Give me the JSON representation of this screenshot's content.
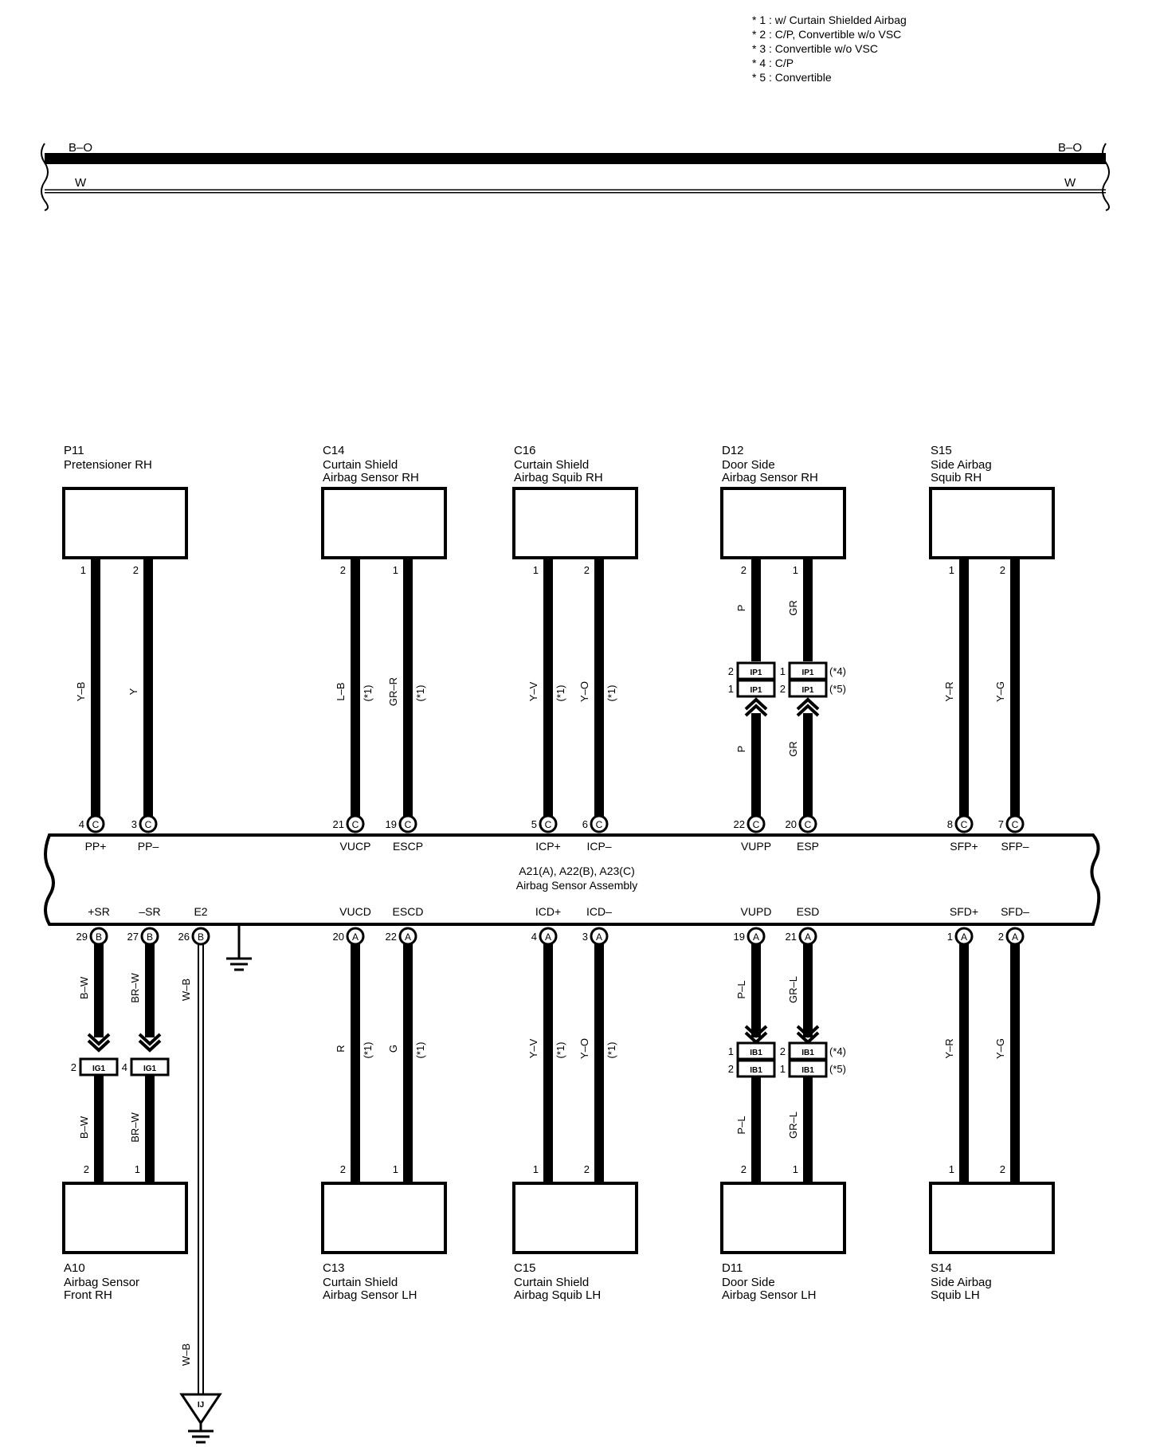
{
  "notes": [
    "* 1 : w/ Curtain Shielded Airbag",
    "* 2 : C/P, Convertible w/o VSC",
    "* 3 : Convertible w/o VSC",
    "* 4 : C/P",
    "* 5 : Convertible"
  ],
  "top_bus": {
    "thick_label": "B–O",
    "thin_label": "W"
  },
  "ecu": {
    "code": "A21(A), A22(B), A23(C)",
    "name": "Airbag Sensor Assembly"
  },
  "upper": {
    "components": [
      {
        "code": "P11",
        "line1": "Pretensioner RH",
        "line2": ""
      },
      {
        "code": "C14",
        "line1": "Curtain Shield",
        "line2": "Airbag Sensor RH"
      },
      {
        "code": "C16",
        "line1": "Curtain Shield",
        "line2": "Airbag Squib RH"
      },
      {
        "code": "D12",
        "line1": "Door Side",
        "line2": "Airbag Sensor RH"
      },
      {
        "code": "S15",
        "line1": "Side Airbag",
        "line2": "Squib RH"
      }
    ],
    "wires": [
      {
        "comp_pin": "1",
        "color": "Y–B",
        "note": "",
        "ecu_pin": "4",
        "conn": "C",
        "terminal": "PP+"
      },
      {
        "comp_pin": "2",
        "color": "Y",
        "note": "",
        "ecu_pin": "3",
        "conn": "C",
        "terminal": "PP–"
      },
      {
        "comp_pin": "2",
        "color": "L–B",
        "note": "(*1)",
        "ecu_pin": "21",
        "conn": "C",
        "terminal": "VUCP"
      },
      {
        "comp_pin": "1",
        "color": "GR–R",
        "note": "(*1)",
        "ecu_pin": "19",
        "conn": "C",
        "terminal": "ESCP"
      },
      {
        "comp_pin": "1",
        "color": "Y–V",
        "note": "(*1)",
        "ecu_pin": "5",
        "conn": "C",
        "terminal": "ICP+"
      },
      {
        "comp_pin": "2",
        "color": "Y–O",
        "note": "(*1)",
        "ecu_pin": "6",
        "conn": "C",
        "terminal": "ICP–"
      },
      {
        "comp_pin": "2",
        "color": "P",
        "note": "",
        "ecu_pin": "22",
        "conn": "C",
        "terminal": "VUPP"
      },
      {
        "comp_pin": "1",
        "color": "GR",
        "note": "",
        "ecu_pin": "20",
        "conn": "C",
        "terminal": "ESP"
      },
      {
        "comp_pin": "1",
        "color": "Y–R",
        "note": "",
        "ecu_pin": "8",
        "conn": "C",
        "terminal": "SFP+"
      },
      {
        "comp_pin": "2",
        "color": "Y–G",
        "note": "",
        "ecu_pin": "7",
        "conn": "C",
        "terminal": "SFP–"
      }
    ],
    "junctions": {
      "name": "IP1",
      "left_pins": [
        "2",
        "1"
      ],
      "right_pins": [
        "1",
        "2"
      ],
      "notes": [
        "(*4)",
        "(*5)"
      ]
    }
  },
  "lower": {
    "components": [
      {
        "code": "A10",
        "line1": "Airbag Sensor",
        "line2": "Front RH"
      },
      {
        "code": "C13",
        "line1": "Curtain Shield",
        "line2": "Airbag Sensor LH"
      },
      {
        "code": "C15",
        "line1": "Curtain Shield",
        "line2": "Airbag Squib LH"
      },
      {
        "code": "D11",
        "line1": "Door Side",
        "line2": "Airbag Sensor LH"
      },
      {
        "code": "S14",
        "line1": "Side Airbag",
        "line2": "Squib LH"
      }
    ],
    "wires": [
      {
        "terminal": "+SR",
        "ecu_pin": "29",
        "conn": "B",
        "color": "B–W",
        "color2": "B–W",
        "note": "",
        "comp_pin": "2"
      },
      {
        "terminal": "–SR",
        "ecu_pin": "27",
        "conn": "B",
        "color": "BR–W",
        "color2": "BR–W",
        "note": "",
        "comp_pin": "1"
      },
      {
        "terminal": "E2",
        "ecu_pin": "26",
        "conn": "B",
        "color": "W–B",
        "color2": "W–B",
        "note": "",
        "comp_pin": ""
      },
      {
        "terminal": "VUCD",
        "ecu_pin": "20",
        "conn": "A",
        "color": "R",
        "color2": "",
        "note": "(*1)",
        "comp_pin": "2"
      },
      {
        "terminal": "ESCD",
        "ecu_pin": "22",
        "conn": "A",
        "color": "G",
        "color2": "",
        "note": "(*1)",
        "comp_pin": "1"
      },
      {
        "terminal": "ICD+",
        "ecu_pin": "4",
        "conn": "A",
        "color": "Y–V",
        "color2": "",
        "note": "(*1)",
        "comp_pin": "1"
      },
      {
        "terminal": "ICD–",
        "ecu_pin": "3",
        "conn": "A",
        "color": "Y–O",
        "color2": "",
        "note": "(*1)",
        "comp_pin": "2"
      },
      {
        "terminal": "VUPD",
        "ecu_pin": "19",
        "conn": "A",
        "color": "P–L",
        "color2": "P–L",
        "note": "",
        "comp_pin": "2"
      },
      {
        "terminal": "ESD",
        "ecu_pin": "21",
        "conn": "A",
        "color": "GR–L",
        "color2": "GR–L",
        "note": "",
        "comp_pin": "1"
      },
      {
        "terminal": "SFD+",
        "ecu_pin": "1",
        "conn": "A",
        "color": "Y–R",
        "color2": "",
        "note": "",
        "comp_pin": "1"
      },
      {
        "terminal": "SFD–",
        "ecu_pin": "2",
        "conn": "A",
        "color": "Y–G",
        "color2": "",
        "note": "",
        "comp_pin": "2"
      }
    ],
    "ig_junction": {
      "name": "IG1",
      "pins": [
        "2",
        "4"
      ]
    },
    "ib_junctions": {
      "name": "IB1",
      "left_pins": [
        "1",
        "2"
      ],
      "right_pins": [
        "2",
        "1"
      ],
      "notes": [
        "(*4)",
        "(*5)"
      ]
    },
    "ground_point": "IJ"
  }
}
